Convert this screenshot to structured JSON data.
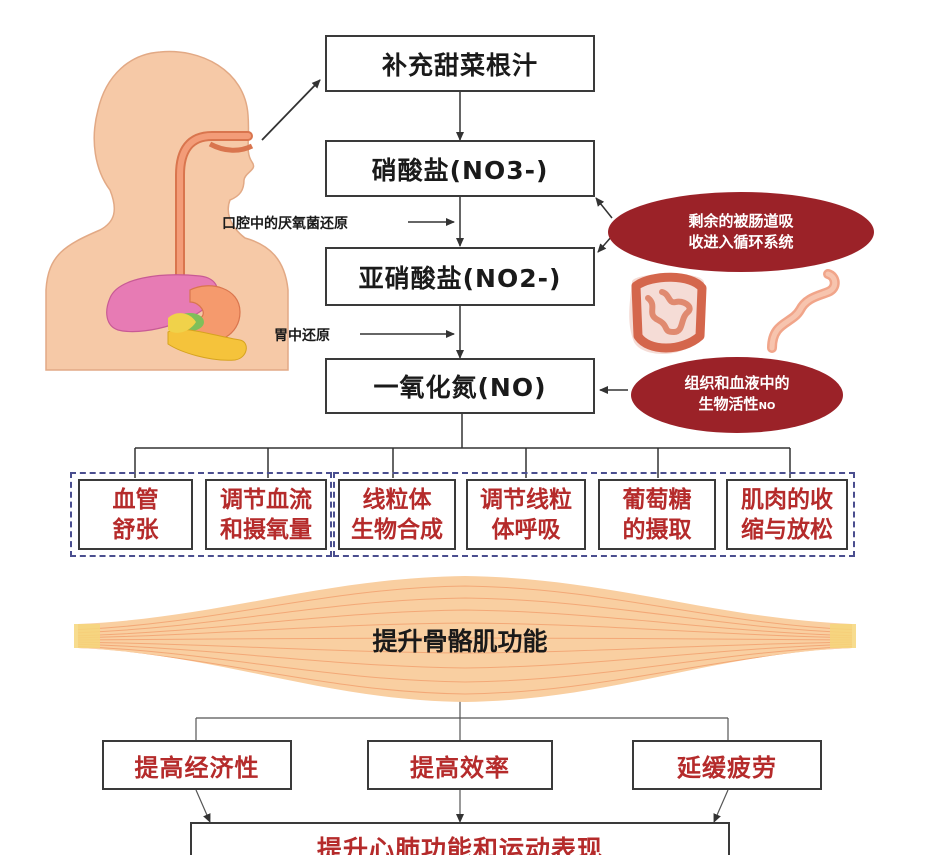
{
  "flow_steps": {
    "step1": "补充甜菜根汁",
    "step2": "硝酸盐(NO3-)",
    "step3": "亚硝酸盐(NO2-)",
    "step4": "一氧化氮(NO)"
  },
  "side_notes": {
    "oral_reduction": "口腔中的厌氧菌还原",
    "stomach_reduction": "胃中还原"
  },
  "ovals": {
    "absorption": "剩余的被肠道吸\n收进入循环系统",
    "tissue_no_line1": "组织和血液中的",
    "tissue_no_line2_main": "生物活性",
    "tissue_no_line2_small": "NO"
  },
  "effects": [
    "血管\n舒张",
    "调节血流\n和摄氧量",
    "线粒体\n生物合成",
    "调节线粒\n体呼吸",
    "葡萄糖\n的摄取",
    "肌肉的收\n缩与放松"
  ],
  "muscle_label": "提升骨骼肌功能",
  "outcomes": [
    "提高经济性",
    "提高效率",
    "延缓疲劳"
  ],
  "final": "提升心肺功能和运动表现",
  "colors": {
    "accent_red": "#b52b2b",
    "oval_fill": "#9b2228",
    "dash_border": "#4a4e8f",
    "muscle_fill": "#f9cfa1",
    "muscle_fiber": "#f3a877",
    "muscle_end": "#f6d67a",
    "body_skin": "#f6c9a7"
  }
}
